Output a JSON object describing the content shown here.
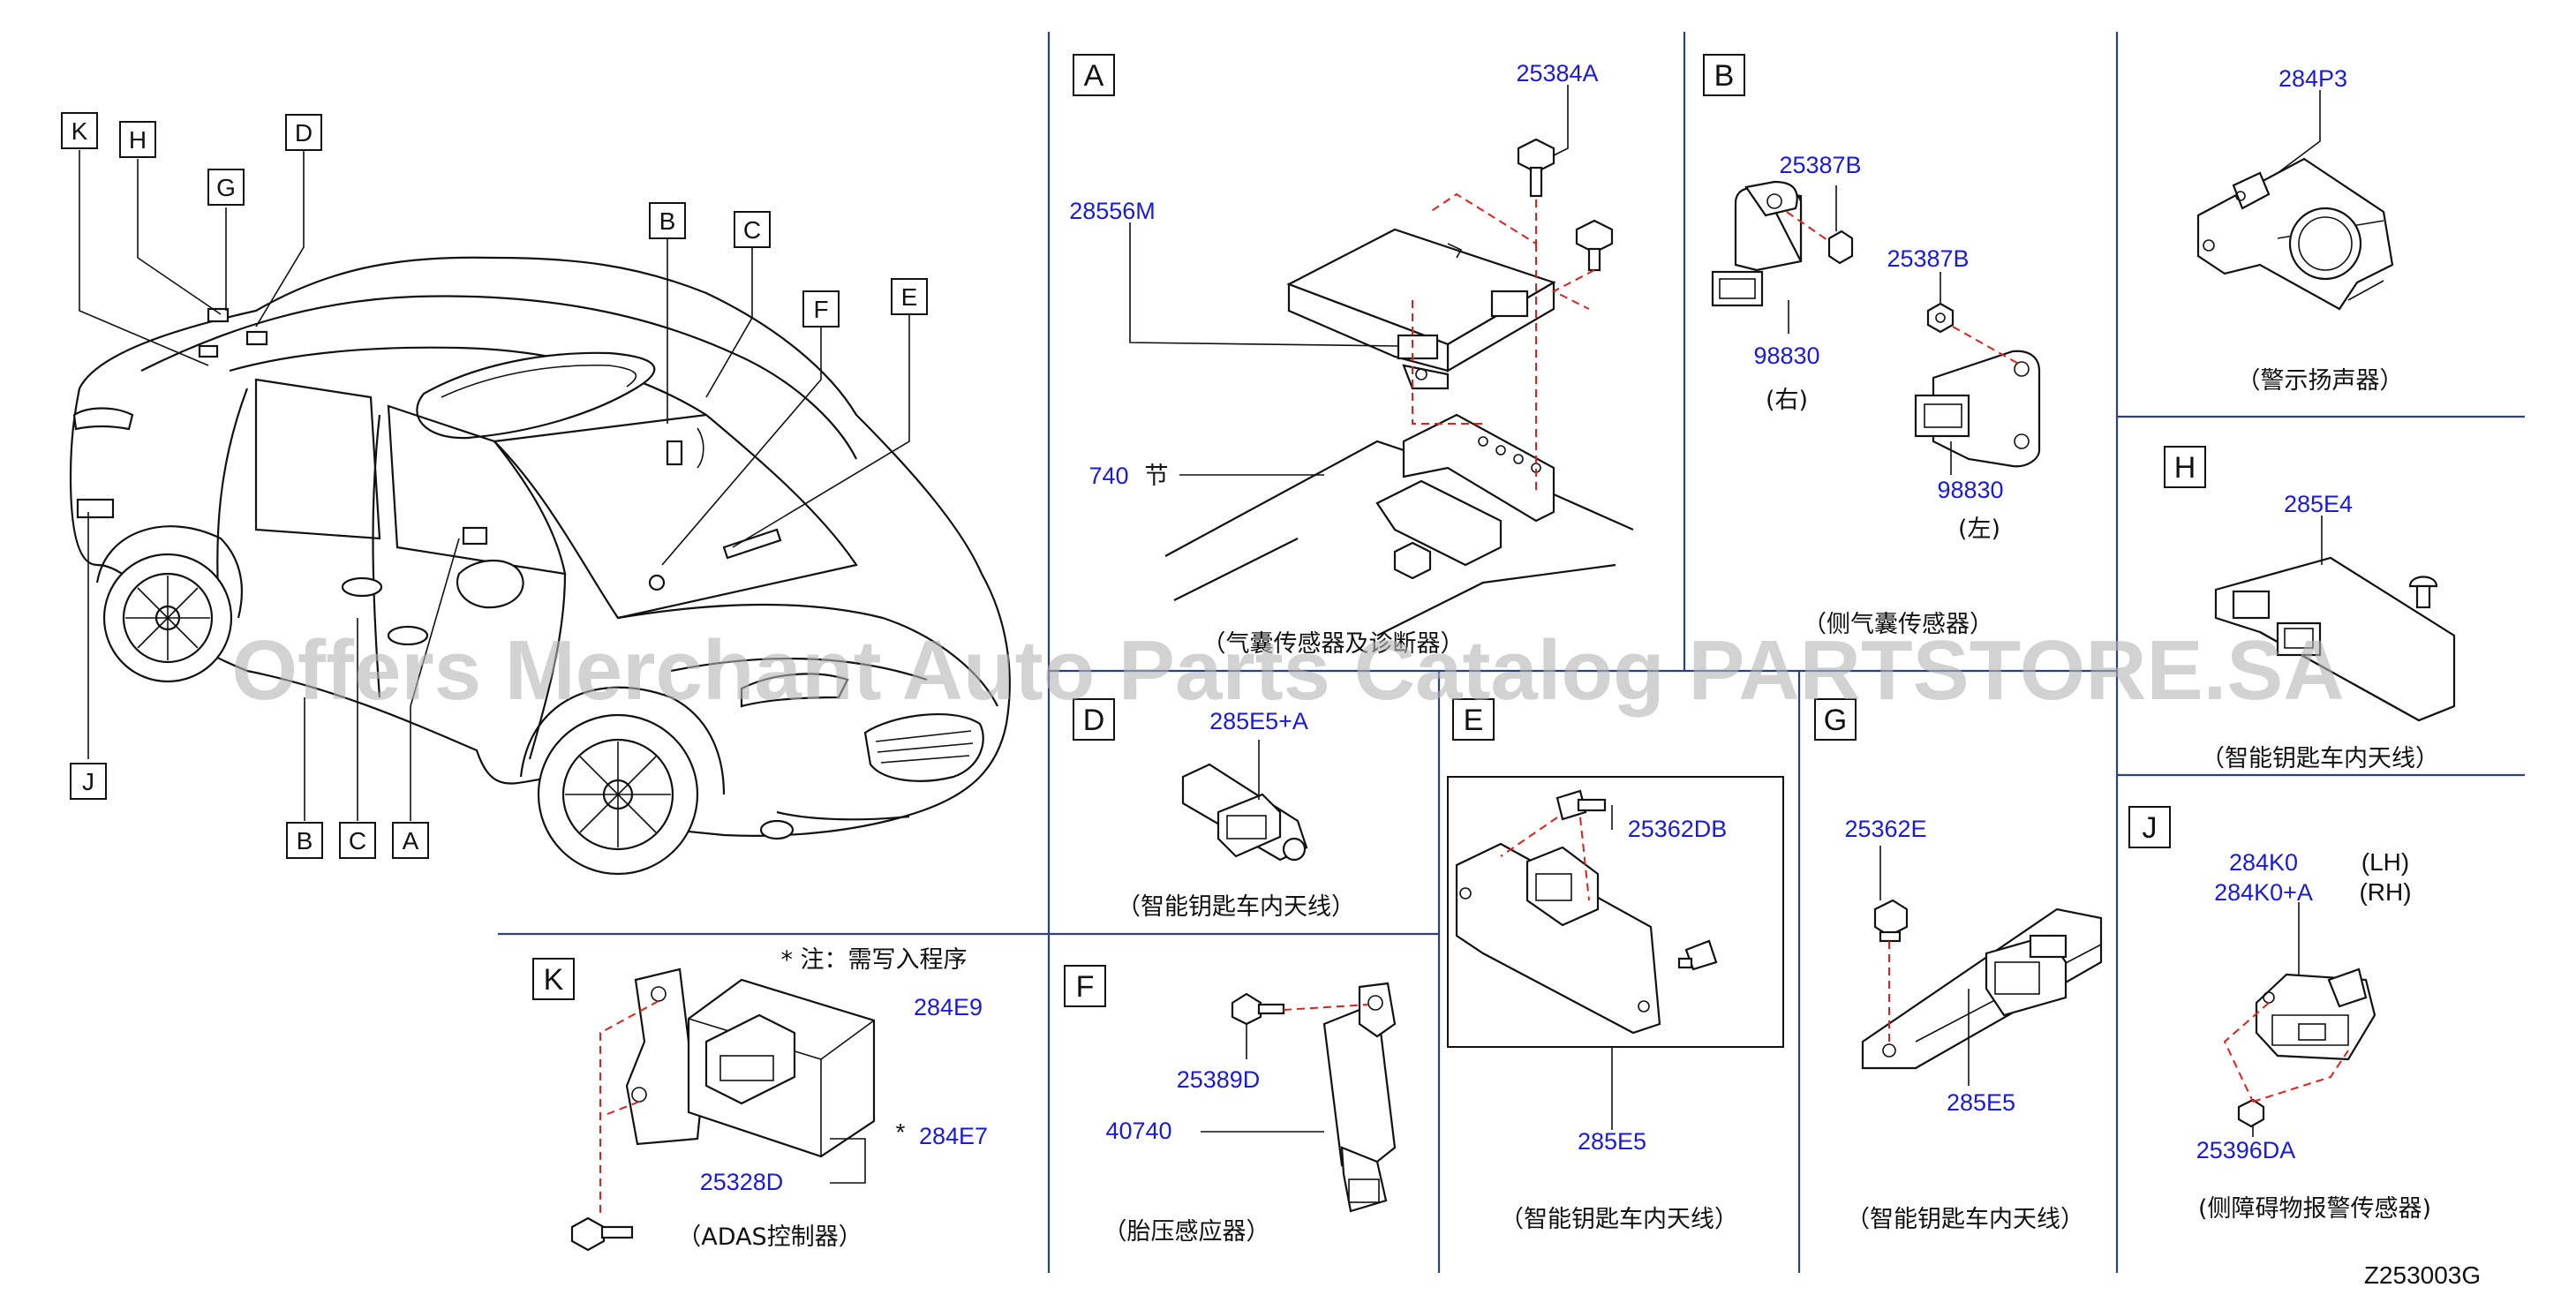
{
  "diagram_code": "Z253003G",
  "watermark": "Offers Merchant Auto Parts Catalog PARTSTORE.SA",
  "car_callouts": [
    "K",
    "H",
    "G",
    "D",
    "B",
    "C",
    "F",
    "E",
    "J",
    "B",
    "C",
    "A"
  ],
  "note": "* 注：需写入程序",
  "sections": {
    "A": {
      "letter": "A",
      "parts": [
        "25384A",
        "28556M"
      ],
      "ref_number": "740",
      "ref_suffix": "节",
      "caption": "（气囊传感器及诊断器）"
    },
    "B": {
      "letter": "B",
      "parts_right": [
        "25387B",
        "98830"
      ],
      "side_right": "(右)",
      "parts_left": [
        "25387B",
        "98830"
      ],
      "side_left": "(左)",
      "caption": "（侧气囊传感器）"
    },
    "P3": {
      "parts": [
        "284P3"
      ],
      "caption": "（警示扬声器）"
    },
    "H": {
      "letter": "H",
      "parts": [
        "285E4"
      ],
      "caption": "（智能钥匙车内天线）"
    },
    "D": {
      "letter": "D",
      "parts": [
        "285E5+A"
      ],
      "caption": "（智能钥匙车内天线）"
    },
    "E": {
      "letter": "E",
      "parts": [
        "25362DB",
        "285E5"
      ],
      "caption": "（智能钥匙车内天线）"
    },
    "G": {
      "letter": "G",
      "parts": [
        "25362E",
        "285E5"
      ],
      "caption": "（智能钥匙车内天线）"
    },
    "J": {
      "letter": "J",
      "parts": [
        "284K0",
        "284K0+A",
        "25396DA"
      ],
      "side_lh": "(LH)",
      "side_rh": "(RH)",
      "caption": "(侧障碍物报警传感器)"
    },
    "K": {
      "letter": "K",
      "parts": [
        "284E9",
        "284E7",
        "25328D"
      ],
      "star": "*",
      "caption": "（ADAS控制器）"
    },
    "F": {
      "letter": "F",
      "parts": [
        "25389D",
        "40740"
      ],
      "caption": "（胎压感应器）"
    }
  }
}
